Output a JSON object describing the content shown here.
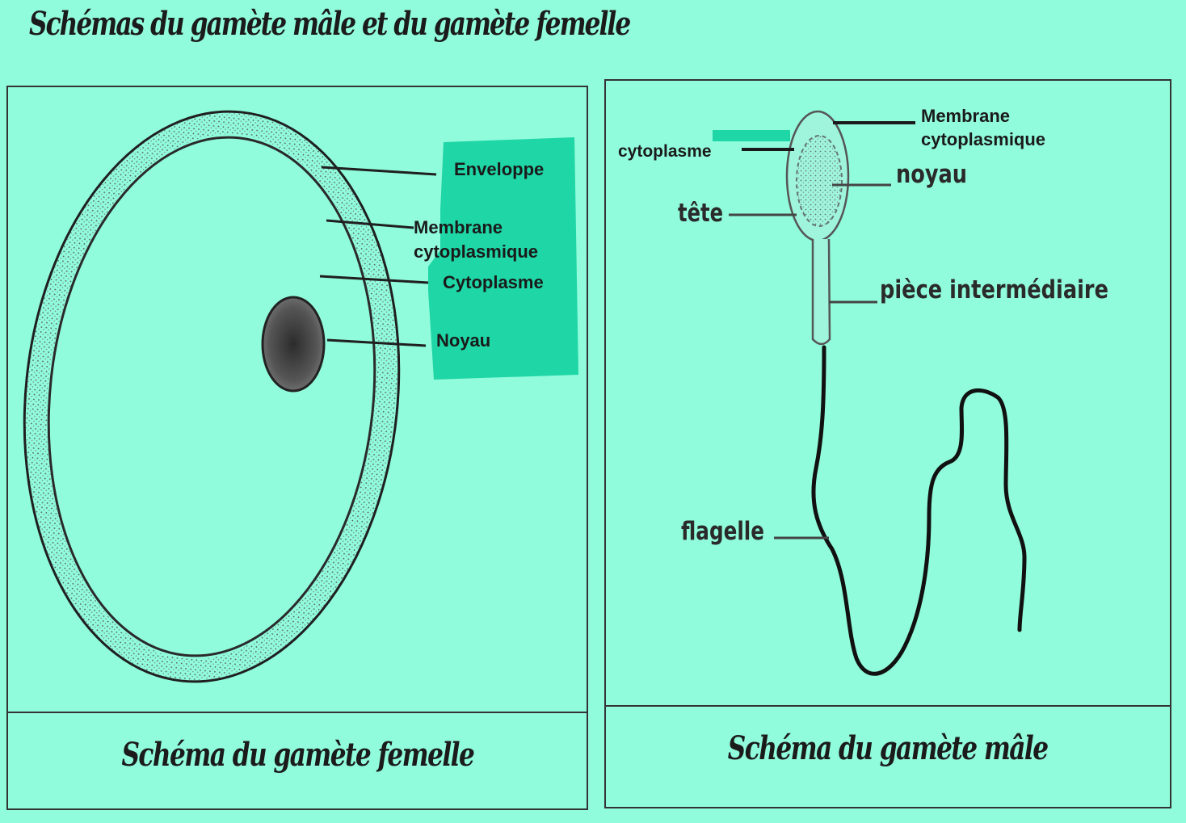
{
  "title": "Schémas du gamète mâle et du gamète femelle",
  "female": {
    "caption": "Schéma du gamète femelle",
    "labels": {
      "enveloppe": "Enveloppe",
      "membrane_1": "Membrane",
      "membrane_2": "cytoplasmique",
      "cytoplasme": "Cytoplasme",
      "noyau": "Noyau"
    }
  },
  "male": {
    "caption": "Schéma du gamète mâle",
    "labels": {
      "membrane_1": "Membrane",
      "membrane_2": "cytoplasmique",
      "cytoplasme": "cytoplasme",
      "noyau": "noyau",
      "tete": "tête",
      "piece": "pièce  intermédiaire",
      "flagelle": "flagelle"
    }
  },
  "colors": {
    "background": "#90fcdb",
    "highlight": "#1fd6a6",
    "ink": "#1a1a1a"
  }
}
